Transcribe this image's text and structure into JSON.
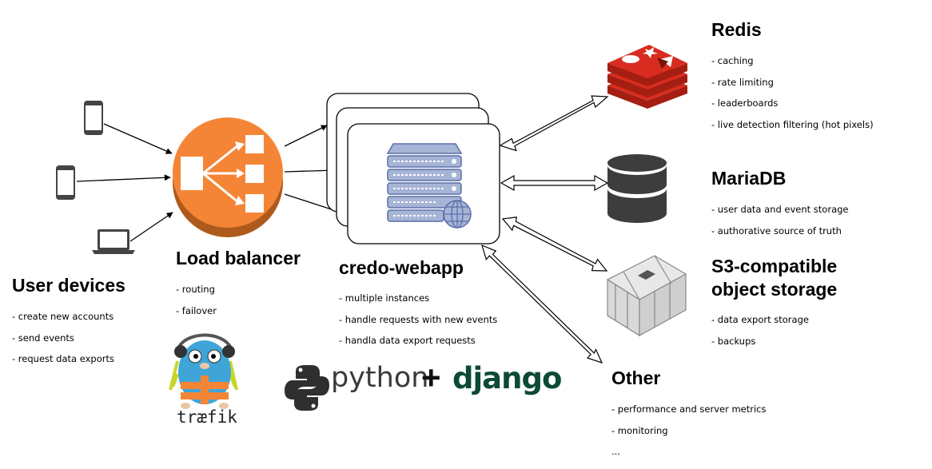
{
  "devices": {
    "title": "User devices",
    "items": [
      "- create new accounts",
      "- send events",
      "- request data exports"
    ]
  },
  "load_balancer": {
    "title": "Load balancer",
    "items": [
      "- routing",
      "- failover"
    ],
    "logo_text": "træfik"
  },
  "webapp": {
    "title": "credo-webapp",
    "items": [
      "- multiple instances",
      "- handle requests with new events",
      "- handla data export requests"
    ],
    "python_text": "python",
    "plus_text": "+",
    "django_text": "django"
  },
  "redis": {
    "title": "Redis",
    "items": [
      "- caching",
      "- rate limiting",
      "- leaderboards",
      "- live detection filtering (hot pixels)"
    ]
  },
  "mariadb": {
    "title": "MariaDB",
    "items": [
      "- user data and event storage",
      "- authorative source of truth"
    ]
  },
  "s3": {
    "title_line1": "S3-compatible",
    "title_line2": "object storage",
    "items": [
      "- data export storage",
      "- backups"
    ]
  },
  "other": {
    "title": "Other",
    "items": [
      "- performance and server metrics",
      "- monitoring",
      "..."
    ]
  },
  "colors": {
    "balancer_orange": "#f58536",
    "balancer_shadow": "#ad5a1c",
    "redis_red": "#d82c20",
    "redis_dark": "#a41e11",
    "server_blue": "#a6b4d6",
    "server_stroke": "#5b6fa8",
    "db_gray": "#3d3d3d",
    "django_green": "#0c4b33"
  },
  "icons": [
    "smartphone-icon",
    "laptop-icon",
    "load-balancer-icon",
    "server-globe-icon",
    "redis-icon",
    "database-icon",
    "storage-cube-icon",
    "python-logo",
    "traefik-gopher-logo"
  ]
}
